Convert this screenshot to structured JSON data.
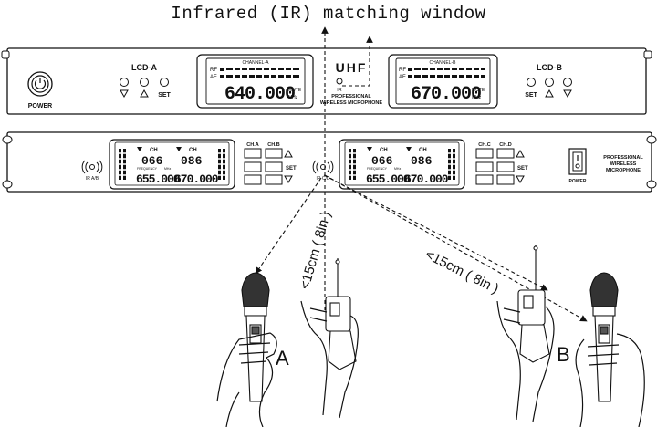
{
  "title": "Infrared (IR) matching window",
  "top_unit": {
    "power_label": "POWER",
    "lcd_a": {
      "label": "LCD-A",
      "set": "SET"
    },
    "lcd_b": {
      "label": "LCD-B",
      "set": "SET"
    },
    "display_a": {
      "channel": "CHANNEL-A",
      "rf": "RF",
      "af": "AF",
      "freq": "640.000",
      "mute": "MUTE",
      "unit": "MHz"
    },
    "display_b": {
      "channel": "CHANNEL-B",
      "rf": "RF",
      "af": "AF",
      "freq": "670.000",
      "mute": "MUTE",
      "unit": "MHz"
    },
    "brand": "UHF",
    "ir_label": "IR",
    "subtitle_line1": "PROFESSIONAL",
    "subtitle_line2": "WIRELESS MICROPHONE"
  },
  "bottom_unit": {
    "ir_ab": "IR A/B",
    "ir_cd": "IR C/D",
    "display_left": {
      "ch1_label": "CH",
      "ch1": "066",
      "ch2_label": "CH",
      "ch2": "086",
      "freq1": "655.000",
      "freq2": "670.000",
      "freq_label": "FREQUENCY",
      "unit": "MHz"
    },
    "display_right": {
      "ch1_label": "CH",
      "ch1": "066",
      "ch2_label": "CH",
      "ch2": "086",
      "freq1": "655.000",
      "freq2": "670.000",
      "freq_label": "FREQUENCY",
      "unit": "MHz"
    },
    "buttons_left": {
      "ch_a": "CH.A",
      "ch_b": "CH.B",
      "set": "SET"
    },
    "buttons_right": {
      "ch_c": "CH.C",
      "ch_d": "CH.D",
      "set": "SET"
    },
    "power_label": "POWER",
    "brand_line1": "PROFESSIONAL",
    "brand_line2": "WIRELESS",
    "brand_line3": "MICROPHONE"
  },
  "distance_left": "<15cm ( 8in )",
  "distance_right": "<15cm ( 8in )",
  "label_a": "A",
  "label_b": "B"
}
